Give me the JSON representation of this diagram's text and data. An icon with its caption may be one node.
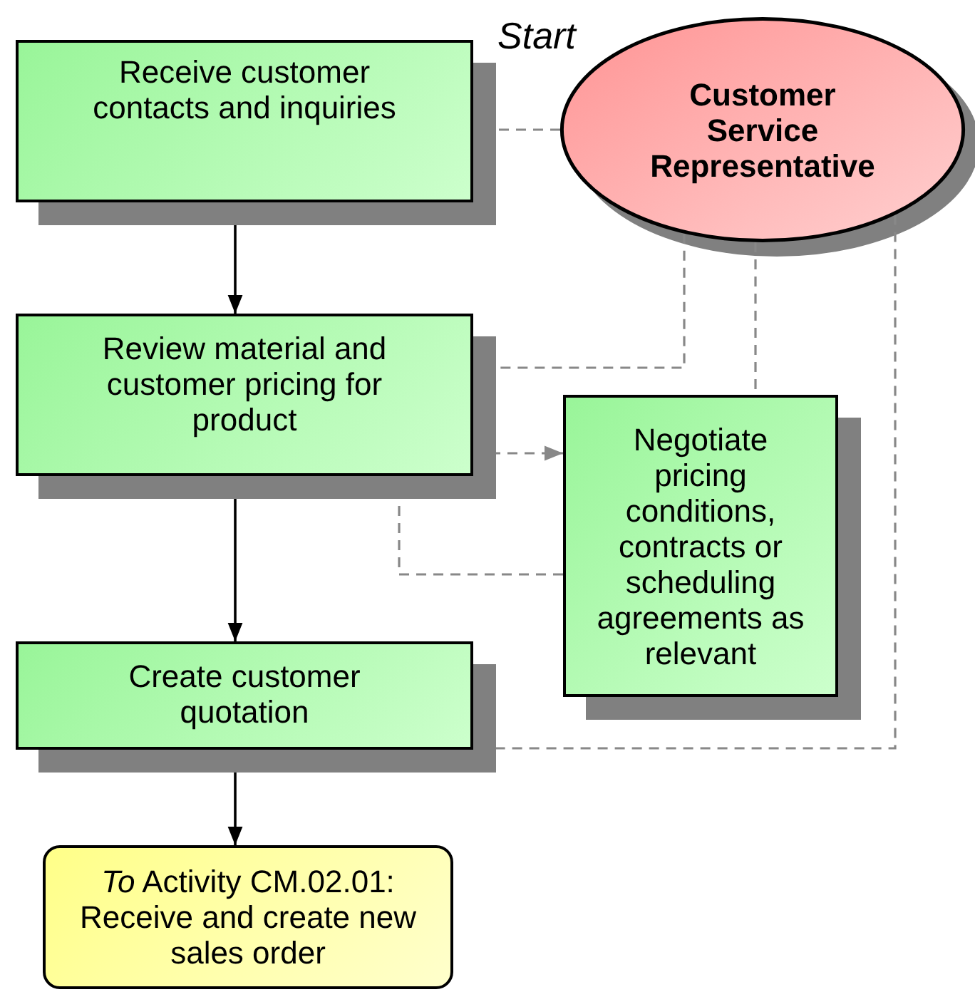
{
  "diagram": {
    "nodes": [
      {
        "text": [
          "Receive customer contacts and inquiries"
        ]
      },
      {
        "text": [
          "Customer Service Representative"
        ],
        "beside": [
          "Start"
        ]
      },
      {
        "text": [
          "Review material and customer pricing for product"
        ]
      },
      {
        "text": [
          "Negotiate pricing conditions, contracts or scheduling agreements as relevant"
        ]
      },
      {
        "text": [
          "Create customer quotation"
        ]
      },
      {
        "text": [
          "*To* Activity CM.02.01: Receive and create new sales order"
        ]
      }
    ],
    "edges": [
      {
        "from": 1,
        "to": 0,
        "arrow": "none",
        "style": "dashed"
      },
      {
        "from": 0,
        "to": 2,
        "arrow": "to",
        "color": "#000000"
      },
      {
        "from": 1,
        "to": 2,
        "arrow": "none",
        "style": "dashed"
      },
      {
        "from": 1,
        "to": 3,
        "arrow": "none",
        "style": "dashed"
      },
      {
        "from": 2,
        "to": 3,
        "arrow": "to",
        "style": "dashed"
      },
      {
        "from": 3,
        "to": 2,
        "arrow": "to",
        "style": "dashed"
      },
      {
        "from": 1,
        "to": 4,
        "arrow": "none",
        "style": "dashed"
      },
      {
        "from": 2,
        "to": 4,
        "arrow": "to",
        "color": "#000000"
      },
      {
        "from": 4,
        "to": 5,
        "arrow": "to",
        "color": "#000000"
      }
    ]
  }
}
